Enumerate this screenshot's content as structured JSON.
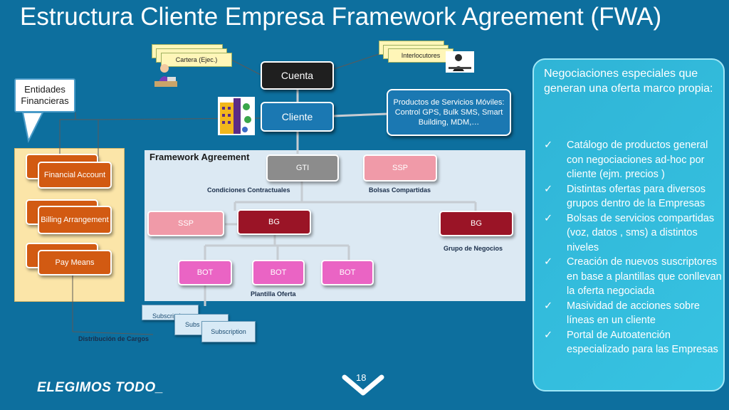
{
  "title": "Estructura Cliente Empresa Framework Agreement (FWA)",
  "nodes": {
    "cuenta": "Cuenta",
    "cliente": "Cliente",
    "cartera": "Cartera (Ejec.)",
    "interlocutores": "Interlocutores",
    "productos": "Productos de Servicios Móviles:\nControl GPS, Bulk SMS, Smart Building, MDM,…",
    "entidades": "Entidades Financieras",
    "financial_account": "Financial Account",
    "billing_arrangement": "Billing Arrangement",
    "pay_means": "Pay Means",
    "framework_agreement": "Framework Agreement",
    "gti": "GTI",
    "ssp": "SSP",
    "bg": "BG",
    "bot": "BOT",
    "subscription": "Subscription",
    "subscription_partial": "Subs"
  },
  "labels": {
    "condiciones": "Condiciones Contractuales",
    "bolsas": "Bolsas Compartidas",
    "grupo": "Grupo de Negocios",
    "plantilla": "Plantilla Oferta",
    "distribucion": "Distribución de Cargos"
  },
  "right_panel": {
    "heading": "Negociaciones especiales que generan una oferta marco propia:",
    "check_icon": "✓",
    "items": [
      "Catálogo de productos general con negociaciones ad-hoc por cliente (ejm. precios )",
      "Distintas ofertas para diversos grupos dentro de la Empresas",
      "Bolsas de servicios compartidas (voz, datos , sms) a distintos niveles",
      "Creación de nuevos suscriptores en base a plantillas que conllevan la oferta negociada",
      "Masividad de acciones sobre líneas en un cliente",
      "Portal de Autoatención especializado para las Empresas"
    ]
  },
  "footer": {
    "brand": "ELEGIMOS TODO_",
    "page": "18"
  },
  "colors": {
    "background": "#0d6f9e",
    "maroon": "#9a1426",
    "pink": "#f09aa8",
    "magenta": "#ea64c4",
    "orange": "#d25a12"
  }
}
